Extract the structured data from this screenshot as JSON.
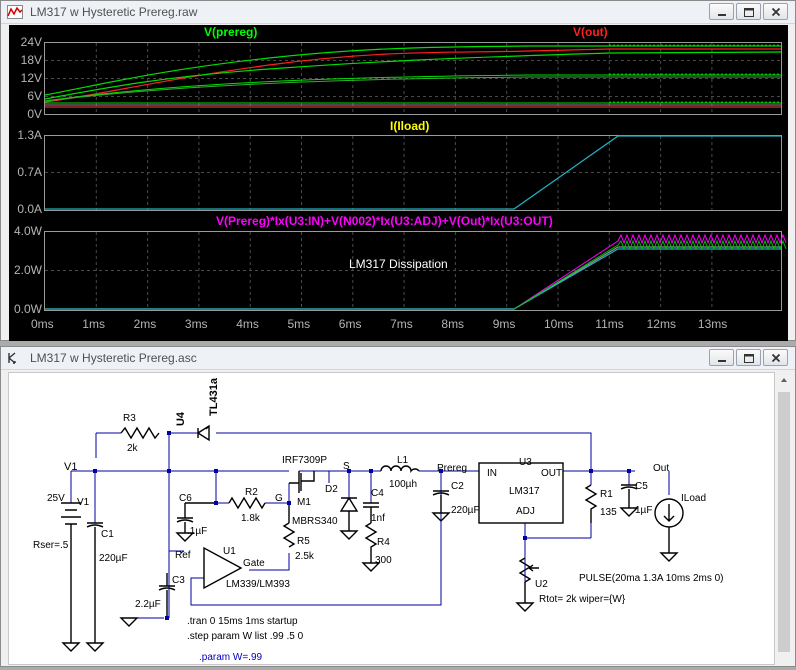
{
  "waveform_window": {
    "title": "LM317 w Hysteretic Prereg.raw",
    "icon": "waveform-icon",
    "pane1": {
      "trace_left": "V(prereg)",
      "trace_right": "V(out)",
      "trace_left_color": "#00ff00",
      "trace_right_color": "#ff2020",
      "ticks": [
        "24V",
        "18V",
        "12V",
        "6V",
        "0V"
      ]
    },
    "pane2": {
      "trace": "I(Iload)",
      "trace_color": "#ffff00",
      "ticks": [
        "1.3A",
        "0.7A",
        "0.0A"
      ]
    },
    "pane3": {
      "trace": "V(Prereg)*Ix(U3:IN)+V(N002)*Ix(U3:ADJ)+V(Out)*Ix(U3:OUT)",
      "trace_color": "#ff00ff",
      "annotation": "LM317 Dissipation",
      "ticks": [
        "4.0W",
        "2.0W",
        "0.0W"
      ]
    },
    "x_ticks": [
      "0ms",
      "1ms",
      "2ms",
      "3ms",
      "4ms",
      "5ms",
      "6ms",
      "7ms",
      "8ms",
      "9ms",
      "10ms",
      "11ms",
      "12ms",
      "13ms"
    ]
  },
  "schematic_window": {
    "title": "LM317 w Hysteretic Prereg.asc",
    "icon": "schematic-icon",
    "labels": {
      "r3": "R3",
      "r3v": "2k",
      "u4": "U4",
      "u4v": "TL431a",
      "v1net": "V1",
      "v1": "V1",
      "v1v": "25V",
      "rser": "Rser=.5",
      "c1": "C1",
      "c1v": "220µF",
      "c6": "C6",
      "c6v": ".1µF",
      "r2": "R2",
      "r2v": "1.8k",
      "g": "G",
      "m1type": "IRF7309P",
      "m1": "M1",
      "s": "S",
      "d2": "D2",
      "d2v": "MBRS340",
      "r5": "R5",
      "r5v": "2.5k",
      "gate": "Gate",
      "ref": "Ref",
      "u1": "U1",
      "u1v": "LM339/LM393",
      "c3": "C3",
      "c3v": "2.2µF",
      "c4": "C4",
      "c4v": "1nf",
      "r4": "R4",
      "r4v": "300",
      "l1": "L1",
      "l1v": "100µh",
      "prereg": "Prereg",
      "c2": "C2",
      "c2v": "220µF",
      "u3": "U3",
      "in": "IN",
      "out_pin": "OUT",
      "u3v": "LM317",
      "adj": "ADJ",
      "r1": "R1",
      "r1v": "135",
      "c5": "C5",
      "c5v": "1µF",
      "outnet": "Out",
      "iload": "ILoad",
      "iloadv": "PULSE(20ma 1.3A 10ms 2ms 0)",
      "u2": "U2",
      "u2v": "Rtot= 2k wiper={W}",
      "tran": ".tran 0 15ms 1ms startup",
      "step": ".step param W list .99 .5  0",
      "param": ".param W=.99"
    }
  }
}
